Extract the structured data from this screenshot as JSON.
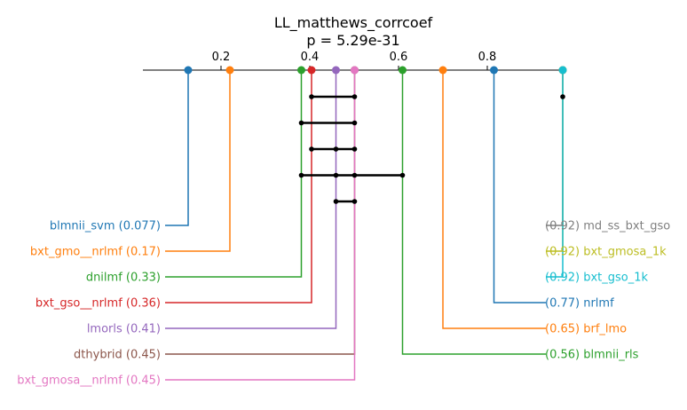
{
  "chart_data": {
    "type": "critical-difference",
    "title": "LL_matthews_corrcoef",
    "subtitle": "p = 5.29e-31",
    "xlim": [
      0.05,
      1.0
    ],
    "ticks": [
      {
        "value": 0.2,
        "label": "0.2"
      },
      {
        "value": 0.4,
        "label": "0.4"
      },
      {
        "value": 0.6,
        "label": "0.6"
      },
      {
        "value": 0.8,
        "label": "0.8"
      }
    ],
    "left_methods": [
      {
        "name": "blmnii_svm",
        "value": 0.126,
        "display": "blmnii_svm (0.077)",
        "color": "#1f77b4"
      },
      {
        "name": "bxt_gmo__nrlmf",
        "value": 0.22,
        "display": "bxt_gmo__nrlmf (0.17)",
        "color": "#ff7f0e"
      },
      {
        "name": "dnilmf",
        "value": 0.381,
        "display": "dnilmf (0.33)",
        "color": "#2ca02c"
      },
      {
        "name": "bxt_gso__nrlmf",
        "value": 0.404,
        "display": "bxt_gso__nrlmf (0.36)",
        "color": "#d62728"
      },
      {
        "name": "lmorls",
        "value": 0.459,
        "display": "lmorls (0.41)",
        "color": "#9467bd"
      },
      {
        "name": "dthybrid",
        "value": 0.501,
        "display": "dthybrid (0.45)",
        "color": "#8c564b"
      },
      {
        "name": "bxt_gmosa__nrlmf",
        "value": 0.501,
        "display": "bxt_gmosa__nrlmf (0.45)",
        "color": "#e377c2"
      }
    ],
    "right_methods": [
      {
        "name": "md_ss_bxt_gso",
        "value": 0.97,
        "display": "(0.92) md_ss_bxt_gso",
        "color": "#7f7f7f"
      },
      {
        "name": "bxt_gmosa_1k",
        "value": 0.97,
        "display": "(0.92) bxt_gmosa_1k",
        "color": "#bcbd22"
      },
      {
        "name": "bxt_gso_1k",
        "value": 0.97,
        "display": "(0.92) bxt_gso_1k",
        "color": "#17becf"
      },
      {
        "name": "nrlmf",
        "value": 0.815,
        "display": "(0.77) nrlmf",
        "color": "#1f77b4"
      },
      {
        "name": "brf_lmo",
        "value": 0.7,
        "display": "(0.65) brf_lmo",
        "color": "#ff7f0e"
      },
      {
        "name": "blmnii_rls",
        "value": 0.609,
        "display": "(0.56) blmnii_rls",
        "color": "#2ca02c"
      }
    ],
    "cliques": [
      {
        "from": 0.404,
        "to": 0.501,
        "points": [
          0.404,
          0.501
        ]
      },
      {
        "from": 0.381,
        "to": 0.501,
        "points": [
          0.381,
          0.501
        ]
      },
      {
        "from": 0.404,
        "to": 0.501,
        "points": [
          0.404,
          0.459,
          0.501
        ]
      },
      {
        "from": 0.381,
        "to": 0.609,
        "points": [
          0.381,
          0.459,
          0.501,
          0.609
        ]
      },
      {
        "from": 0.459,
        "to": 0.501,
        "points": [
          0.459,
          0.501
        ]
      },
      {
        "from": 0.97,
        "to": 0.97,
        "points": [
          0.97
        ]
      }
    ]
  }
}
